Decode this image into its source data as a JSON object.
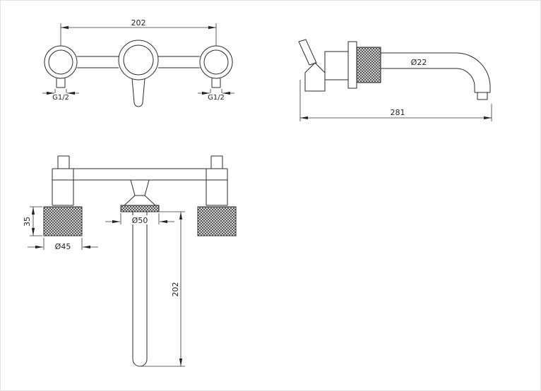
{
  "page": {
    "bg": "#ffffff",
    "line_color": "#2a2a2a"
  },
  "front_view": {
    "dim_width": "202",
    "thread_left": "G1/2",
    "thread_right": "G1/2"
  },
  "side_view": {
    "dim_diameter": "Ø22",
    "dim_length": "281"
  },
  "trim_view": {
    "dim_handle_height": "35",
    "dim_handle_diameter": "Ø45",
    "dim_flange_diameter": "Ø50",
    "dim_spout_length": "202"
  }
}
